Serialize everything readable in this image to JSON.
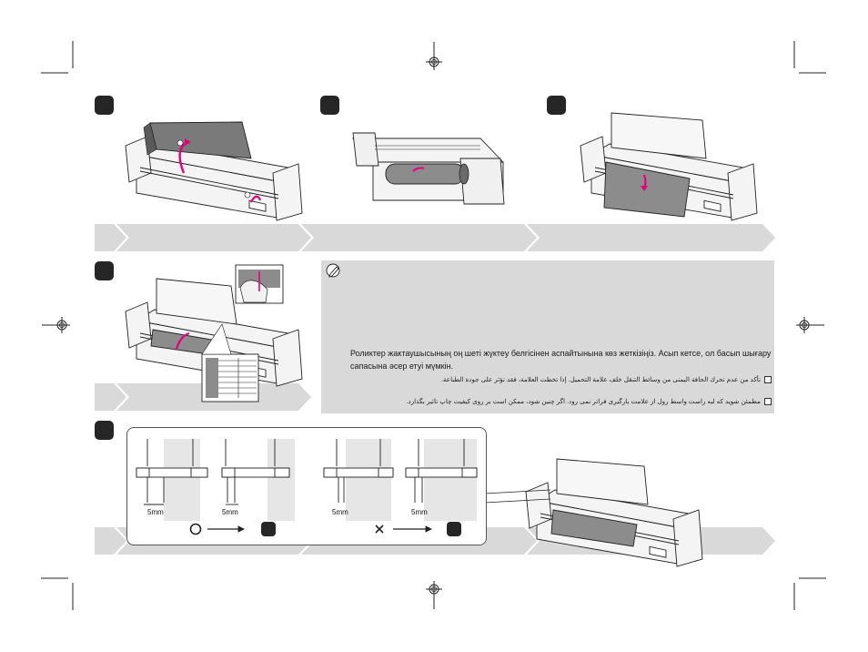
{
  "note": {
    "kazakh_line1": "Роликтер жактаушысының оң шеті жүктеу белгісінен аспайтынына көз жеткізіңіз. Асып кетсе, ол басып шығару",
    "kazakh_line2": "сапасына әсер етуі мүмкін.",
    "arabic": "تأكد من عدم تحرك الحافة اليمنى من وسائط التنقل خلف علامة التحميل. إذا تخطت العلامة، فقد تؤثر على جودة الطباعة.",
    "persian": "مطمئن شوید که لبه راست واسط رول از علامت بارگیری فراتر نمی رود. اگر چنین شود، ممکن است بر روی کیفیت چاپ تاثیر بگذارد."
  },
  "detail": {
    "mm_labels": [
      "5mm",
      "5mm",
      "5mm",
      "5mm"
    ],
    "ok_symbol": "O",
    "ng_symbol": "×"
  },
  "colors": {
    "accent_magenta": "#e6007e",
    "band_gray": "#d9d9d9",
    "badge": "#262626",
    "paper_gray": "#8c8c8c"
  },
  "icons": [
    "registration-mark-icon",
    "pencil-note-icon",
    "arrow-right-icon",
    "checkbox-icon"
  ]
}
